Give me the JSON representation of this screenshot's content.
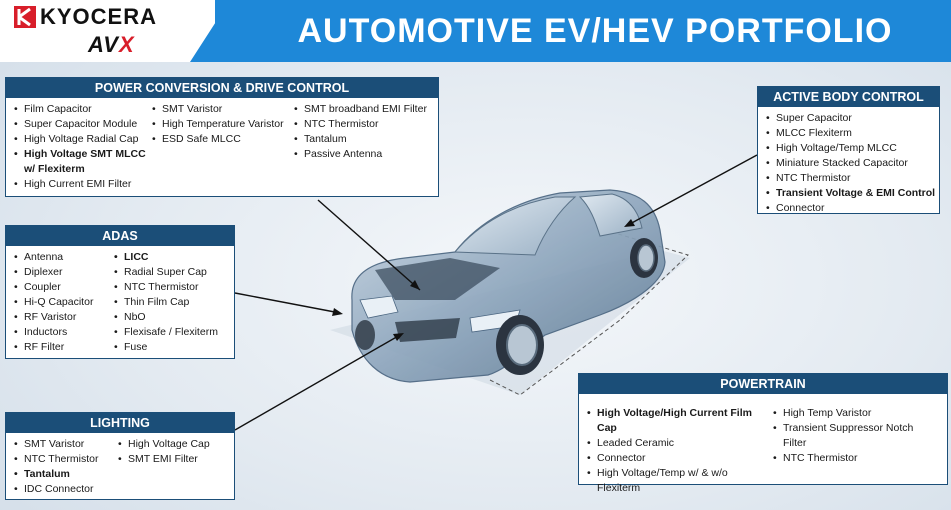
{
  "header": {
    "brand1": "KYOCERA",
    "brand2_a": "AV",
    "brand2_b": "X",
    "title": "AUTOMOTIVE EV/HEV PORTFOLIO",
    "colors": {
      "bar": "#1e88d8",
      "box_header": "#1b4e78",
      "brand_red": "#d81e2a"
    },
    "icons": [
      "kyocera-logo-icon"
    ]
  },
  "power": {
    "title": "POWER CONVERSION & DRIVE CONTROL",
    "col1": [
      {
        "t": "Film Capacitor"
      },
      {
        "t": "Super Capacitor Module"
      },
      {
        "t": "High Voltage Radial Cap"
      },
      {
        "t": "High Voltage SMT MLCC w/ Flexiterm",
        "bold": true
      },
      {
        "t": "High Current EMI Filter"
      }
    ],
    "col2": [
      {
        "t": "SMT Varistor"
      },
      {
        "t": "High Temperature Varistor"
      },
      {
        "t": "ESD Safe MLCC"
      }
    ],
    "col3": [
      {
        "t": "SMT broadband EMI Filter"
      },
      {
        "t": "NTC Thermistor"
      },
      {
        "t": "Tantalum"
      },
      {
        "t": "Passive Antenna"
      }
    ]
  },
  "adas": {
    "title": "ADAS",
    "col1": [
      {
        "t": "Antenna"
      },
      {
        "t": "Diplexer"
      },
      {
        "t": "Coupler"
      },
      {
        "t": "Hi-Q Capacitor"
      },
      {
        "t": "RF Varistor"
      },
      {
        "t": "Inductors"
      },
      {
        "t": "RF Filter"
      }
    ],
    "col2": [
      {
        "t": "LICC",
        "bold": true
      },
      {
        "t": "Radial Super Cap"
      },
      {
        "t": "NTC Thermistor"
      },
      {
        "t": "Thin Film Cap"
      },
      {
        "t": "NbO"
      },
      {
        "t": "Flexisafe / Flexiterm"
      },
      {
        "t": "Fuse"
      }
    ]
  },
  "lighting": {
    "title": "LIGHTING",
    "col1": [
      {
        "t": "SMT Varistor"
      },
      {
        "t": "NTC Thermistor"
      },
      {
        "t": "Tantalum",
        "bold": true
      },
      {
        "t": "IDC Connector"
      }
    ],
    "col2": [
      {
        "t": "High Voltage Cap"
      },
      {
        "t": "SMT EMI Filter"
      }
    ]
  },
  "body": {
    "title": "ACTIVE BODY CONTROL",
    "col1": [
      {
        "t": "Super Capacitor"
      },
      {
        "t": "MLCC Flexiterm"
      },
      {
        "t": "High Voltage/Temp MLCC"
      },
      {
        "t": "Miniature Stacked Capacitor"
      },
      {
        "t": "NTC Thermistor"
      },
      {
        "t": "Transient Voltage & EMI Control",
        "bold": true
      },
      {
        "t": "Connector"
      }
    ]
  },
  "powertrain": {
    "title": "POWERTRAIN",
    "col1": [
      {
        "t": "High Voltage/High Current Film Cap",
        "bold": true
      },
      {
        "t": "Leaded Ceramic"
      },
      {
        "t": "Connector"
      },
      {
        "t": "High Voltage/Temp w/ & w/o Flexiterm"
      }
    ],
    "col2": [
      {
        "t": "High Temp Varistor"
      },
      {
        "t": "Transient Suppressor Notch Filter"
      },
      {
        "t": "NTC Thermistor"
      }
    ]
  }
}
